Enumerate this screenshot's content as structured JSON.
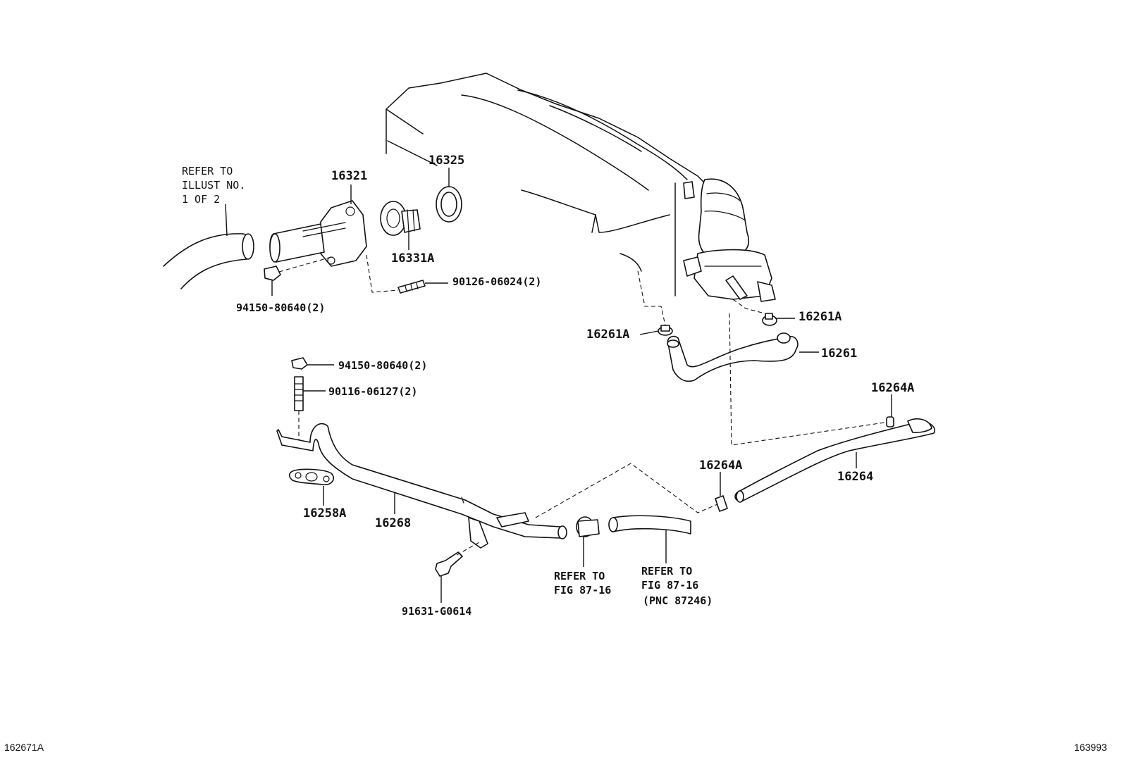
{
  "labels": {
    "p16321": "16321",
    "p16325": "16325",
    "p16331a": "16331A",
    "p90126": "90126-06024(2)",
    "p94150_top": "94150-80640(2)",
    "p16261a_right": "16261A",
    "p16261a_left": "16261A",
    "p16261": "16261",
    "p94150_mid": "94150-80640(2)",
    "p90116": "90116-06127(2)",
    "p16264a_top": "16264A",
    "p16264a_bottom": "16264A",
    "p16264": "16264",
    "p16258a": "16258A",
    "p16268": "16268",
    "p91631": "91631-G0614"
  },
  "notes": {
    "refer_illust": [
      "REFER TO",
      "ILLUST NO.",
      "1 OF 2"
    ],
    "refer_fig_left": [
      "REFER TO",
      "FIG 87-16"
    ],
    "refer_fig_right": [
      "REFER TO",
      "FIG 87-16",
      "(PNC 87246)"
    ]
  },
  "footer": {
    "left_code": "162671A",
    "right_code": "163993"
  }
}
